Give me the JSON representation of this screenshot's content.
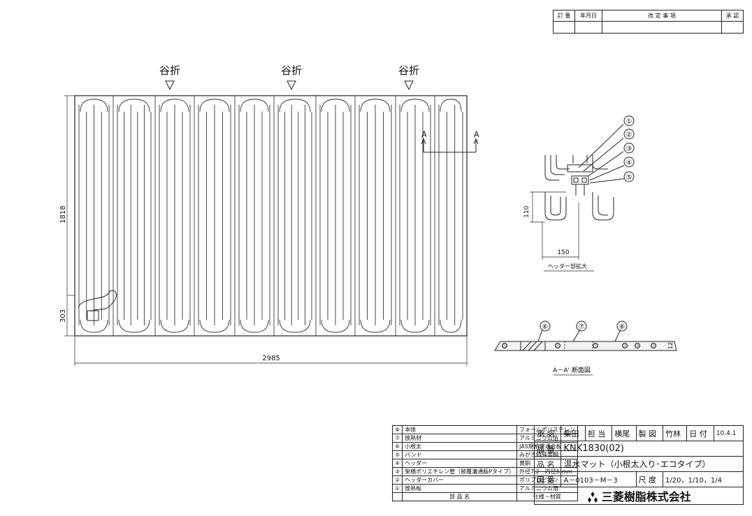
{
  "revision_header": {
    "cols": [
      "訂 番",
      "年月日",
      "改 定 事 項",
      "承 認"
    ]
  },
  "drawing": {
    "fold_labels": [
      "谷折",
      "谷折",
      "谷折"
    ],
    "section_markers": [
      "A",
      "A"
    ],
    "dim_height": "1818",
    "dim_header": "303",
    "dim_width": "2985",
    "detail_dim_v": "110",
    "detail_dim_h": "150",
    "detail_caption": "ヘッダー部拡大",
    "detail_callouts": [
      "①",
      "②",
      "③",
      "④",
      "⑤"
    ],
    "section_callouts": [
      "⑥",
      "⑦",
      "⑧"
    ],
    "section_dim": "12",
    "section_caption": "A－A' 断面図"
  },
  "parts": [
    {
      "no": "⑧",
      "name": "本体",
      "spec": "フォームポリスチレン"
    },
    {
      "no": "⑦",
      "name": "放熱材",
      "spec": "アルミニウム箔"
    },
    {
      "no": "⑥",
      "name": "小根太",
      "spec": "JAS規格普通合板"
    },
    {
      "no": "⑤",
      "name": "バンド",
      "spec": "みがき特殊帯鋼"
    },
    {
      "no": "④",
      "name": "ヘッダー",
      "spec": "黄銅"
    },
    {
      "no": "③",
      "name": "架橋ポリエチレン管（被覆溝通販Pタイプ）",
      "spec": "外径7.2－内径5.mm"
    },
    {
      "no": "②",
      "name": "ヘッダーカバー",
      "spec": "ポリプロピレン"
    },
    {
      "no": "①",
      "name": "放熱板",
      "spec": "アルミニウム箔"
    }
  ],
  "parts_footer": {
    "name": "部 品 名",
    "spec": "仕様・材質"
  },
  "title_block": {
    "approve_label": "承 認",
    "approve_value": "柴田",
    "charge_label": "担 当",
    "charge_value": "横尾",
    "draw_label": "製 図",
    "draw_value": "竹林",
    "date_label": "日 付",
    "date_value": "10.4.1",
    "part_no_label": "品 番",
    "part_no_value": "KNK1830(02)",
    "name_label": "品 名",
    "name_value": "温水マット（小根太入り･エコタイプ）",
    "dwg_label": "図 番",
    "dwg_value": "A－0103－M－3",
    "scale_label": "尺 度",
    "scale_value": "1/20，1/10，1/4",
    "company": "三菱樹脂株式会社"
  }
}
